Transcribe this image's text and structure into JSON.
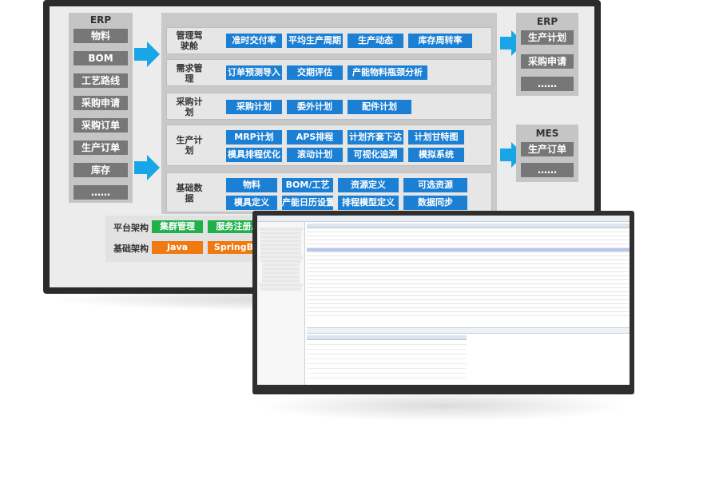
{
  "erp_left": {
    "title": "ERP",
    "items": [
      "物料",
      "BOM",
      "工艺路线",
      "采购申请",
      "采购订单",
      "生产订单",
      "库存",
      "……"
    ]
  },
  "center": {
    "rows": [
      {
        "label": "管理驾驶舱",
        "buttons": [
          "准时交付率",
          "平均生产周期",
          "生产动态",
          "库存周转率"
        ]
      },
      {
        "label": "需求管理",
        "buttons": [
          "订单预测导入",
          "交期评估",
          "产能物料瓶颈分析"
        ]
      },
      {
        "label": "采购计划",
        "buttons": [
          "采购计划",
          "委外计划",
          "配件计划"
        ]
      },
      {
        "label": "生产计划",
        "buttons": [
          "MRP计划",
          "APS排程",
          "计划齐套下达",
          "计划甘特图",
          "模具排程优化",
          "滚动计划",
          "可视化追溯",
          "模拟系统"
        ]
      },
      {
        "label": "基础数据",
        "buttons": [
          "物料",
          "BOM/工艺",
          "资源定义",
          "可选资源",
          "模具定义",
          "产能日历设置",
          "排程模型定义",
          "数据同步"
        ]
      }
    ]
  },
  "arch": {
    "platform_label": "平台架构",
    "platform_buttons": [
      "集群管理",
      "服务注册/分"
    ],
    "base_label": "基础架构",
    "base_buttons": [
      "Java",
      "SpringBoo"
    ]
  },
  "erp_right": {
    "title": "ERP",
    "items": [
      "生产计划",
      "采购申请",
      "……"
    ]
  },
  "mes_right": {
    "title": "MES",
    "items": [
      "生产订单",
      "……"
    ]
  },
  "colors": {
    "blue_button": "#1b7fd4",
    "arrow": "#18a6e6",
    "gray_button": "#777777",
    "green": "#1fb04a",
    "orange": "#f07a12"
  }
}
